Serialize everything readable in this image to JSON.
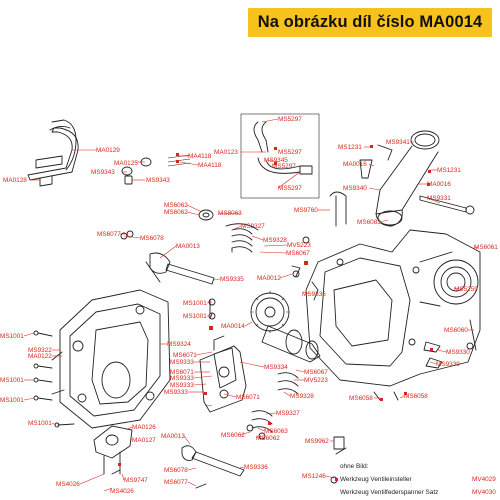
{
  "banner": {
    "title": "Na obrázku díl číslo MA0014"
  },
  "footer": {
    "heading": "ohne Bild:",
    "tools": [
      {
        "name": "Werkzeug Ventileinsteller",
        "code": "MV4029"
      },
      {
        "name": "Werkzeug Ventilfederspanner Satz",
        "code": "MV4030"
      }
    ]
  },
  "labels": [
    "MA0129",
    "MA0128",
    "MA0125",
    "MS9343",
    "MS9343",
    "MA4118",
    "MA4118",
    "MA0123",
    "MS5297",
    "MS5297",
    "MS9345",
    "MS5297",
    "MS5297",
    "MS1231",
    "MS9341",
    "MA0016",
    "MS1231",
    "MA0016",
    "MS9340",
    "MS9331",
    "MS6062",
    "MS6062",
    "MS8063",
    "MS9327",
    "MS9760",
    "MS6083",
    "MS6061",
    "MS6077",
    "MS6078",
    "MA0013",
    "MS9328",
    "MV5223",
    "MS6067",
    "MA0012",
    "MS9335",
    "MS9336",
    "MS5259",
    "MS1001",
    "MS1001",
    "MA0014",
    "MS6060",
    "MS1001",
    "MS9322",
    "MA0122",
    "MS9324",
    "MS6071",
    "MS9334",
    "MS9333",
    "MS6071",
    "MS9333",
    "MS6067",
    "MV5223",
    "MS9330",
    "MS9339",
    "MS1001",
    "MS9333",
    "MS9333",
    "MS6071",
    "MS9328",
    "MS6058",
    "MS6058",
    "MS1001",
    "MS9327",
    "MS1001",
    "MA0126",
    "MS6063",
    "MS6062",
    "MS6062",
    "MA0127",
    "MA0013",
    "MS9962",
    "MS6078",
    "MS9336",
    "MS1246",
    "MS4026",
    "MS9747",
    "MS4026",
    "MS6077"
  ]
}
